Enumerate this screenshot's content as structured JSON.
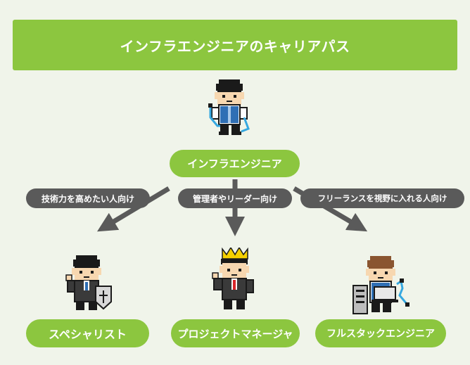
{
  "title": "インフラエンジニアのキャリアパス",
  "root": "インフラエンジニア",
  "branches": [
    {
      "condition": "技術力を高めたい人向け",
      "role": "スペシャリスト"
    },
    {
      "condition": "管理者やリーダー向け",
      "role": "プロジェクトマネージャ"
    },
    {
      "condition": "フリーランスを視野に入れる人向け",
      "role": "フルスタックエンジニア"
    }
  ],
  "colors": {
    "accent": "#8cc63f",
    "tag": "#5a5a5a",
    "arrow": "#5a5a5a",
    "background": "#f0f4ea"
  }
}
